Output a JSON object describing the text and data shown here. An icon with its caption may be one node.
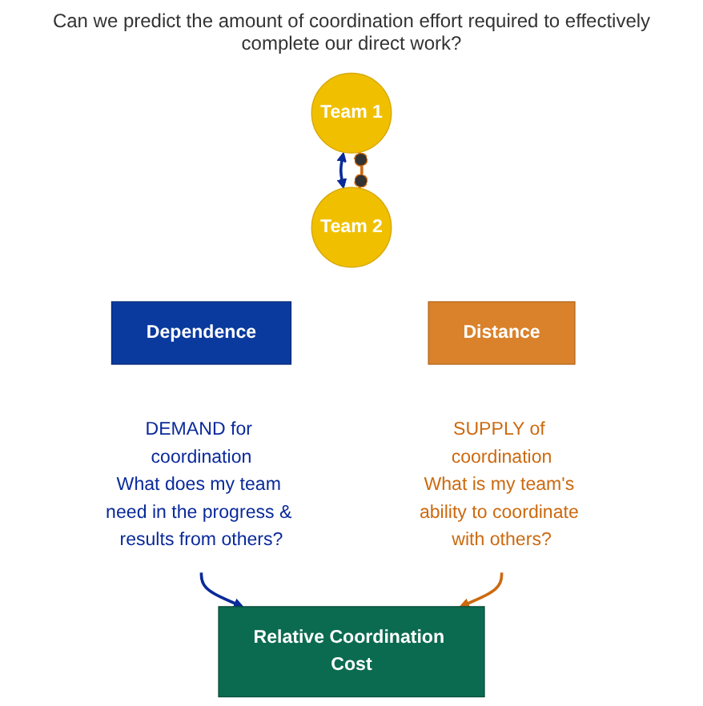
{
  "diagram": {
    "nodes": [
      {
        "text": [
          "Team 1"
        ]
      },
      {
        "text": [
          "Team 2"
        ]
      },
      {
        "text": [
          "Dependence"
        ]
      },
      {
        "text": [
          "Distance"
        ]
      },
      {
        "text": [
          "DEMAND for coordination",
          "What does my team need in the progress & results from others?"
        ]
      },
      {
        "text": [
          "SUPPLY of coordination",
          "What is my team's ability to coordinate with others?"
        ]
      },
      {
        "text": [
          "Relative Coordination Cost"
        ]
      }
    ],
    "edges": [
      {
        "from": 0,
        "to": 1,
        "arrow": "both",
        "color": "#0a2a9a"
      },
      {
        "from": 0,
        "to": 1,
        "arrow": "other",
        "color": "#cc6a10"
      },
      {
        "from": 4,
        "to": 6,
        "arrow": "to",
        "color": "#0a2a9a"
      },
      {
        "from": 5,
        "to": 6,
        "arrow": "to",
        "color": "#cc6a10"
      }
    ],
    "labels": [
      "Can we predict the amount of coordination effort required to effectively complete our direct work?"
    ]
  }
}
